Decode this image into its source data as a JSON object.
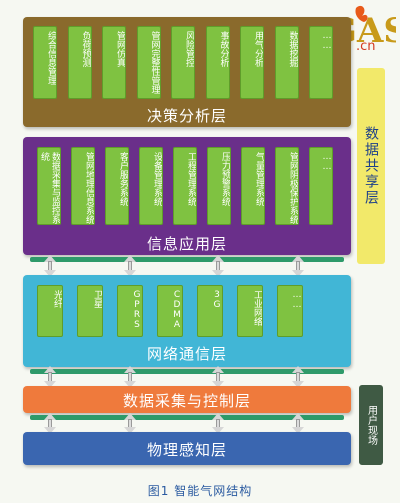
{
  "layers": {
    "decision": {
      "title": "决策分析层",
      "modules": [
        "综合信息管理",
        "负荷预测",
        "管网仿真",
        "管网完整性管理",
        "风险管控",
        "事故分析",
        "用气分析",
        "数据挖掘",
        "……"
      ]
    },
    "info": {
      "title": "信息应用层",
      "modules": [
        "数据采集与监控系统",
        "管网地理信息系统",
        "客户服务系统",
        "设备管理系统",
        "工程管理系统",
        "压力预警系统",
        "气量管理系统",
        "管网阴极保护系统",
        "……"
      ]
    },
    "network": {
      "title": "网络通信层",
      "modules": [
        "光纤",
        "卫星",
        "GPRS",
        "CDMA",
        "3G",
        "工业网络",
        "……"
      ]
    },
    "acquisition": {
      "title": "数据采集与控制层"
    },
    "sensing": {
      "title": "物理感知层"
    }
  },
  "side": {
    "shared": "数据共享层",
    "user_site": "用户现场"
  },
  "logo": {
    "text_main": "EGAS",
    "text_suffix": ".cn"
  },
  "caption": "图1  智能气网结构",
  "colors": {
    "decision": "#8a6a2c",
    "info": "#6a2f8a",
    "network": "#41b6d6",
    "acquisition": "#ef7a3c",
    "sensing": "#3a66b0",
    "card": "#7fc241",
    "shared": "#f2e96a",
    "user_site": "#3f5a44"
  }
}
